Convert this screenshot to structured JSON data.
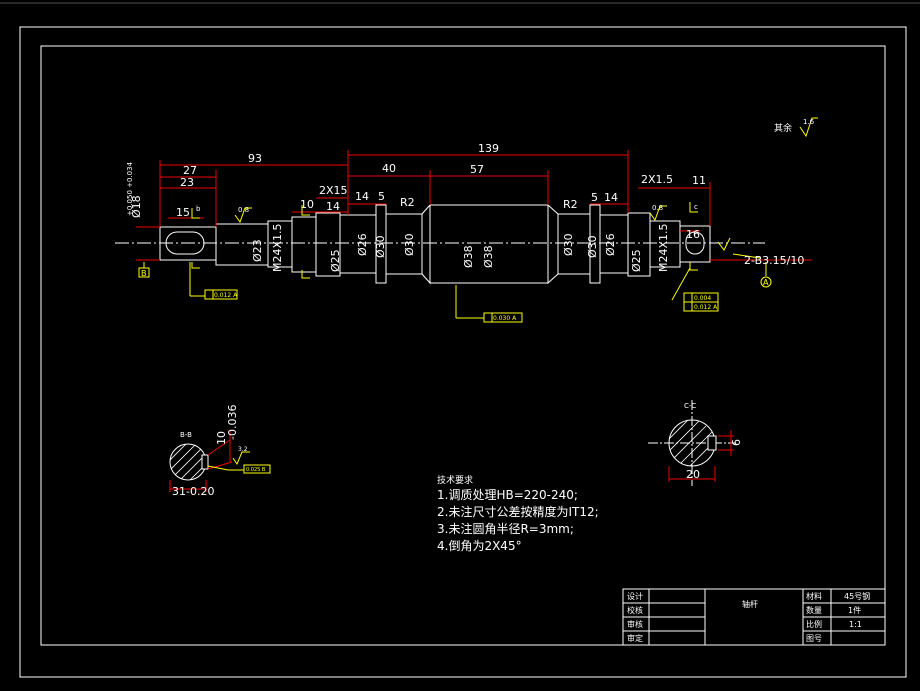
{
  "colors": {
    "background": "#000000",
    "outline": "#ffffff",
    "dimension": "#ee0000",
    "annotation": "#ffff00"
  },
  "shaft": {
    "dims": {
      "d93": "93",
      "d27": "27",
      "d23": "23",
      "d15": "15",
      "d139": "139",
      "d40": "40",
      "d57": "57",
      "d2x15_left": "2X15",
      "d14a": "14",
      "d5a": "5",
      "d10": "10",
      "d14b": "14",
      "dR2_left": "R2",
      "dR2_right": "R2",
      "d5b": "5",
      "d14c": "14",
      "d2x15_right": "2X1.5",
      "d11": "11",
      "d16": "16"
    },
    "diameters": {
      "phi18": "Ø18",
      "tol18": "+0.050 +0.034",
      "phi23": "Ø23",
      "m24_left": "M24X1.5",
      "phi25_left": "Ø25",
      "phi26_left": "Ø26",
      "phi30_left": "Ø30",
      "phi30b": "Ø30",
      "phi38a": "Ø38",
      "phi38b": "Ø38",
      "phi30_right": "Ø30",
      "phi30c": "Ø30",
      "phi26_right": "Ø26",
      "phi25_right": "Ø25",
      "m24_right": "M24X1.5"
    },
    "labels": {
      "section_b": "b",
      "section_c": "c",
      "datum_b": "B",
      "datum_a": "A",
      "center_hole": "2-B3.15/10",
      "rough_08_left": "0.8",
      "rough_08_right": "0.8",
      "rough_rest_label": "其余",
      "rough_rest_value": "1.6",
      "tol_left": "0.012 A",
      "tol_mid": "0.030 A",
      "tol_right_1": "0.004",
      "tol_right_2": "0.012 A"
    }
  },
  "section_bb": {
    "title": "B-B",
    "dim_width": "10",
    "dim_width_tol": "-0.036",
    "dim_depth": "31-0.20",
    "rough": "3.2",
    "tol": "0.025 B"
  },
  "section_cc": {
    "title": "C-C",
    "dim_a": "6",
    "dim_b": "20"
  },
  "notes": {
    "title": "技术要求",
    "items": [
      "1.调质处理HB=220-240;",
      "2.未注尺寸公差按精度为IT12;",
      "3.未注圆角半径R=3mm;",
      "4.倒角为2X45°"
    ]
  },
  "title_block": {
    "part_name": "轴杆",
    "material": "45号钢",
    "quantity": "1件",
    "scale": "1:1",
    "left_labels": [
      "设计",
      "校核",
      "审核",
      "审定"
    ],
    "right_labels": [
      "材料",
      "数量",
      "比例",
      "图号"
    ]
  }
}
